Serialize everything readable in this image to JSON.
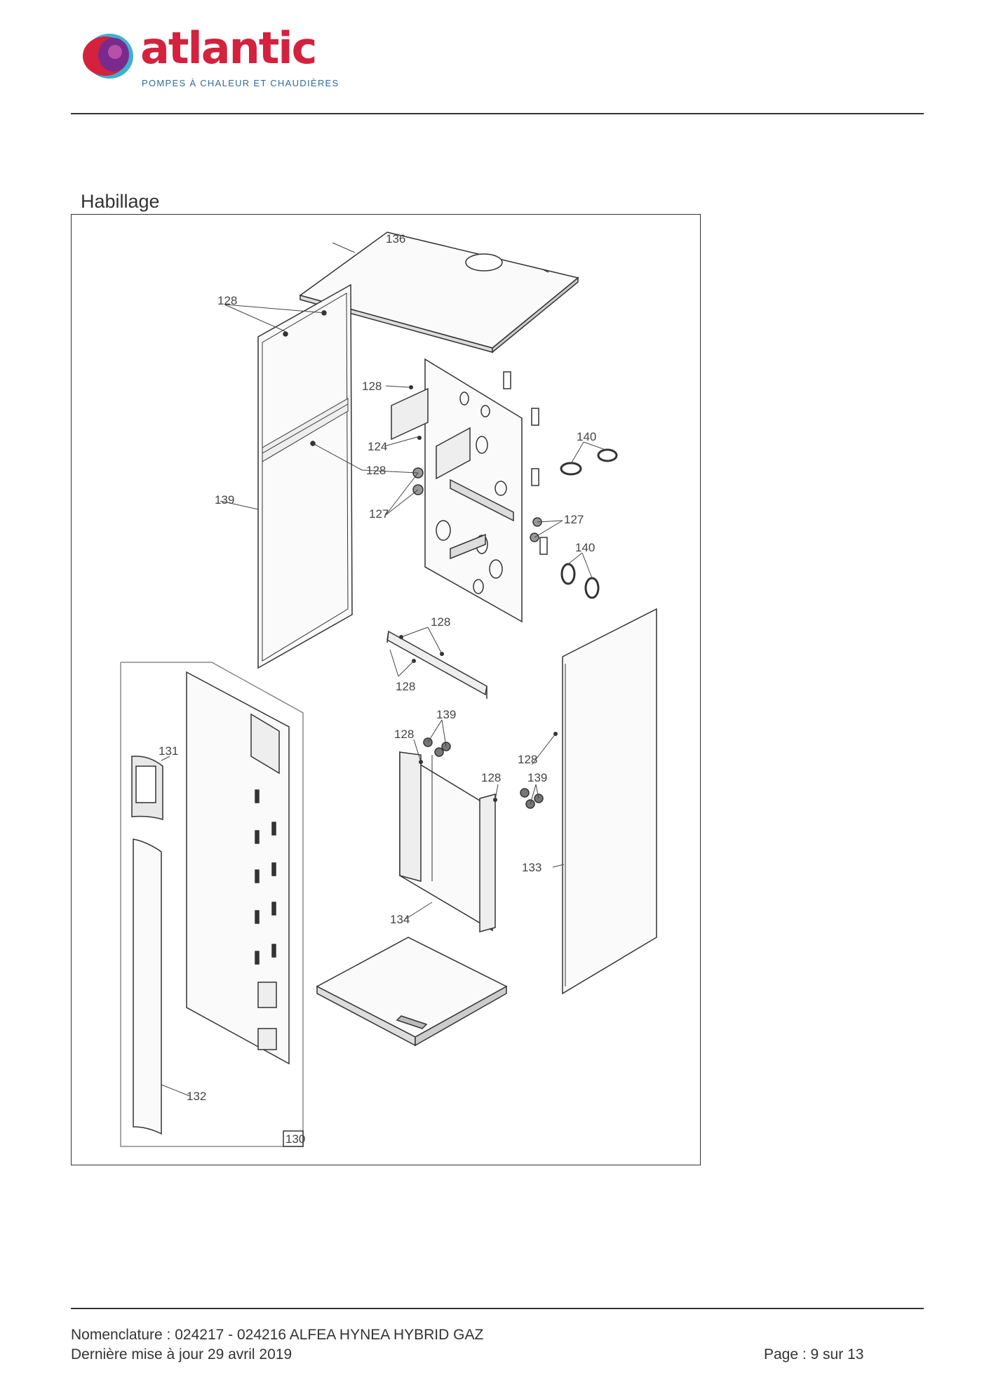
{
  "brand": {
    "name": "atlantic",
    "tagline": "POMPES À CHALEUR ET CHAUDIÈRES",
    "colors": {
      "red": "#d4213d",
      "purple": "#7a2a8c",
      "teal": "#1aa3c8",
      "blue": "#2f6aa0"
    }
  },
  "section": {
    "title": "Habillage"
  },
  "parts": {
    "p136": "136",
    "p128a": "128",
    "p128b": "128",
    "p124": "124",
    "p128c": "128",
    "p139": "139",
    "p127a": "127",
    "p127b": "127",
    "p140a": "140",
    "p140b": "140",
    "p128d": "128",
    "p128e": "128",
    "p131": "131",
    "p128f": "128",
    "p139b": "139",
    "p128g": "128",
    "p128h": "128",
    "p139c": "139",
    "p133": "133",
    "p134": "134",
    "p132": "132",
    "p130": "130"
  },
  "footer": {
    "nomenclature": "Nomenclature : 024217 - 024216 ALFEA HYNEA HYBRID GAZ",
    "updated": "Dernière mise à jour 29 avril 2019",
    "page": "Page : 9 sur 13"
  }
}
